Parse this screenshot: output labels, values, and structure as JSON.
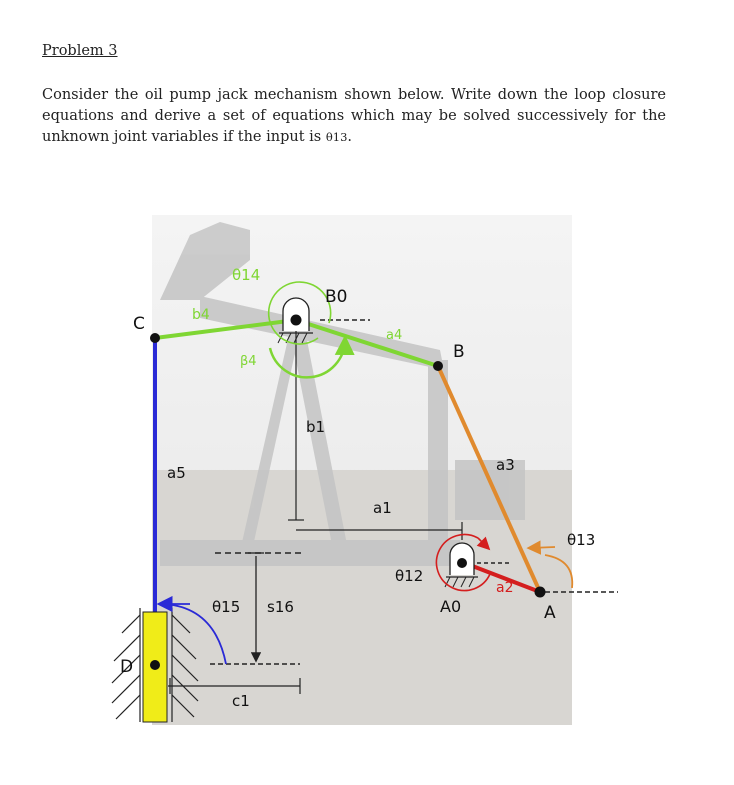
{
  "problem": {
    "title": "Problem 3",
    "text_part1": "Consider the oil pump jack mechanism shown below. Write down the loop closure equations and derive a set of equations which may be solved successively for the unknown joint variables if the input is ",
    "text_input": "θ13",
    "text_part2": "."
  },
  "diagram": {
    "labels": {
      "theta14": "θ14",
      "C": "C",
      "b4": "b4",
      "B0": "B0",
      "a4": "a4",
      "beta4": "β4",
      "B": "B",
      "b1": "b1",
      "a5": "a5",
      "a3": "a3",
      "a1": "a1",
      "theta13": "θ13",
      "theta12": "θ12",
      "a2": "a2",
      "A0": "A0",
      "A": "A",
      "theta15": "θ15",
      "s16": "s16",
      "D": "D",
      "c1": "c1"
    },
    "colors": {
      "a5_link": "#2a2ad6",
      "b4_a4_link": "#7fd633",
      "a3_link": "#e08a2e",
      "a2_link": "#d41e1e",
      "slider": "#f0ec18",
      "theta14_arc": "#7fd633",
      "theta13_arc": "#e08a2e",
      "theta12_arc": "#d41e1e",
      "theta15_arc": "#2a2ad6"
    }
  }
}
